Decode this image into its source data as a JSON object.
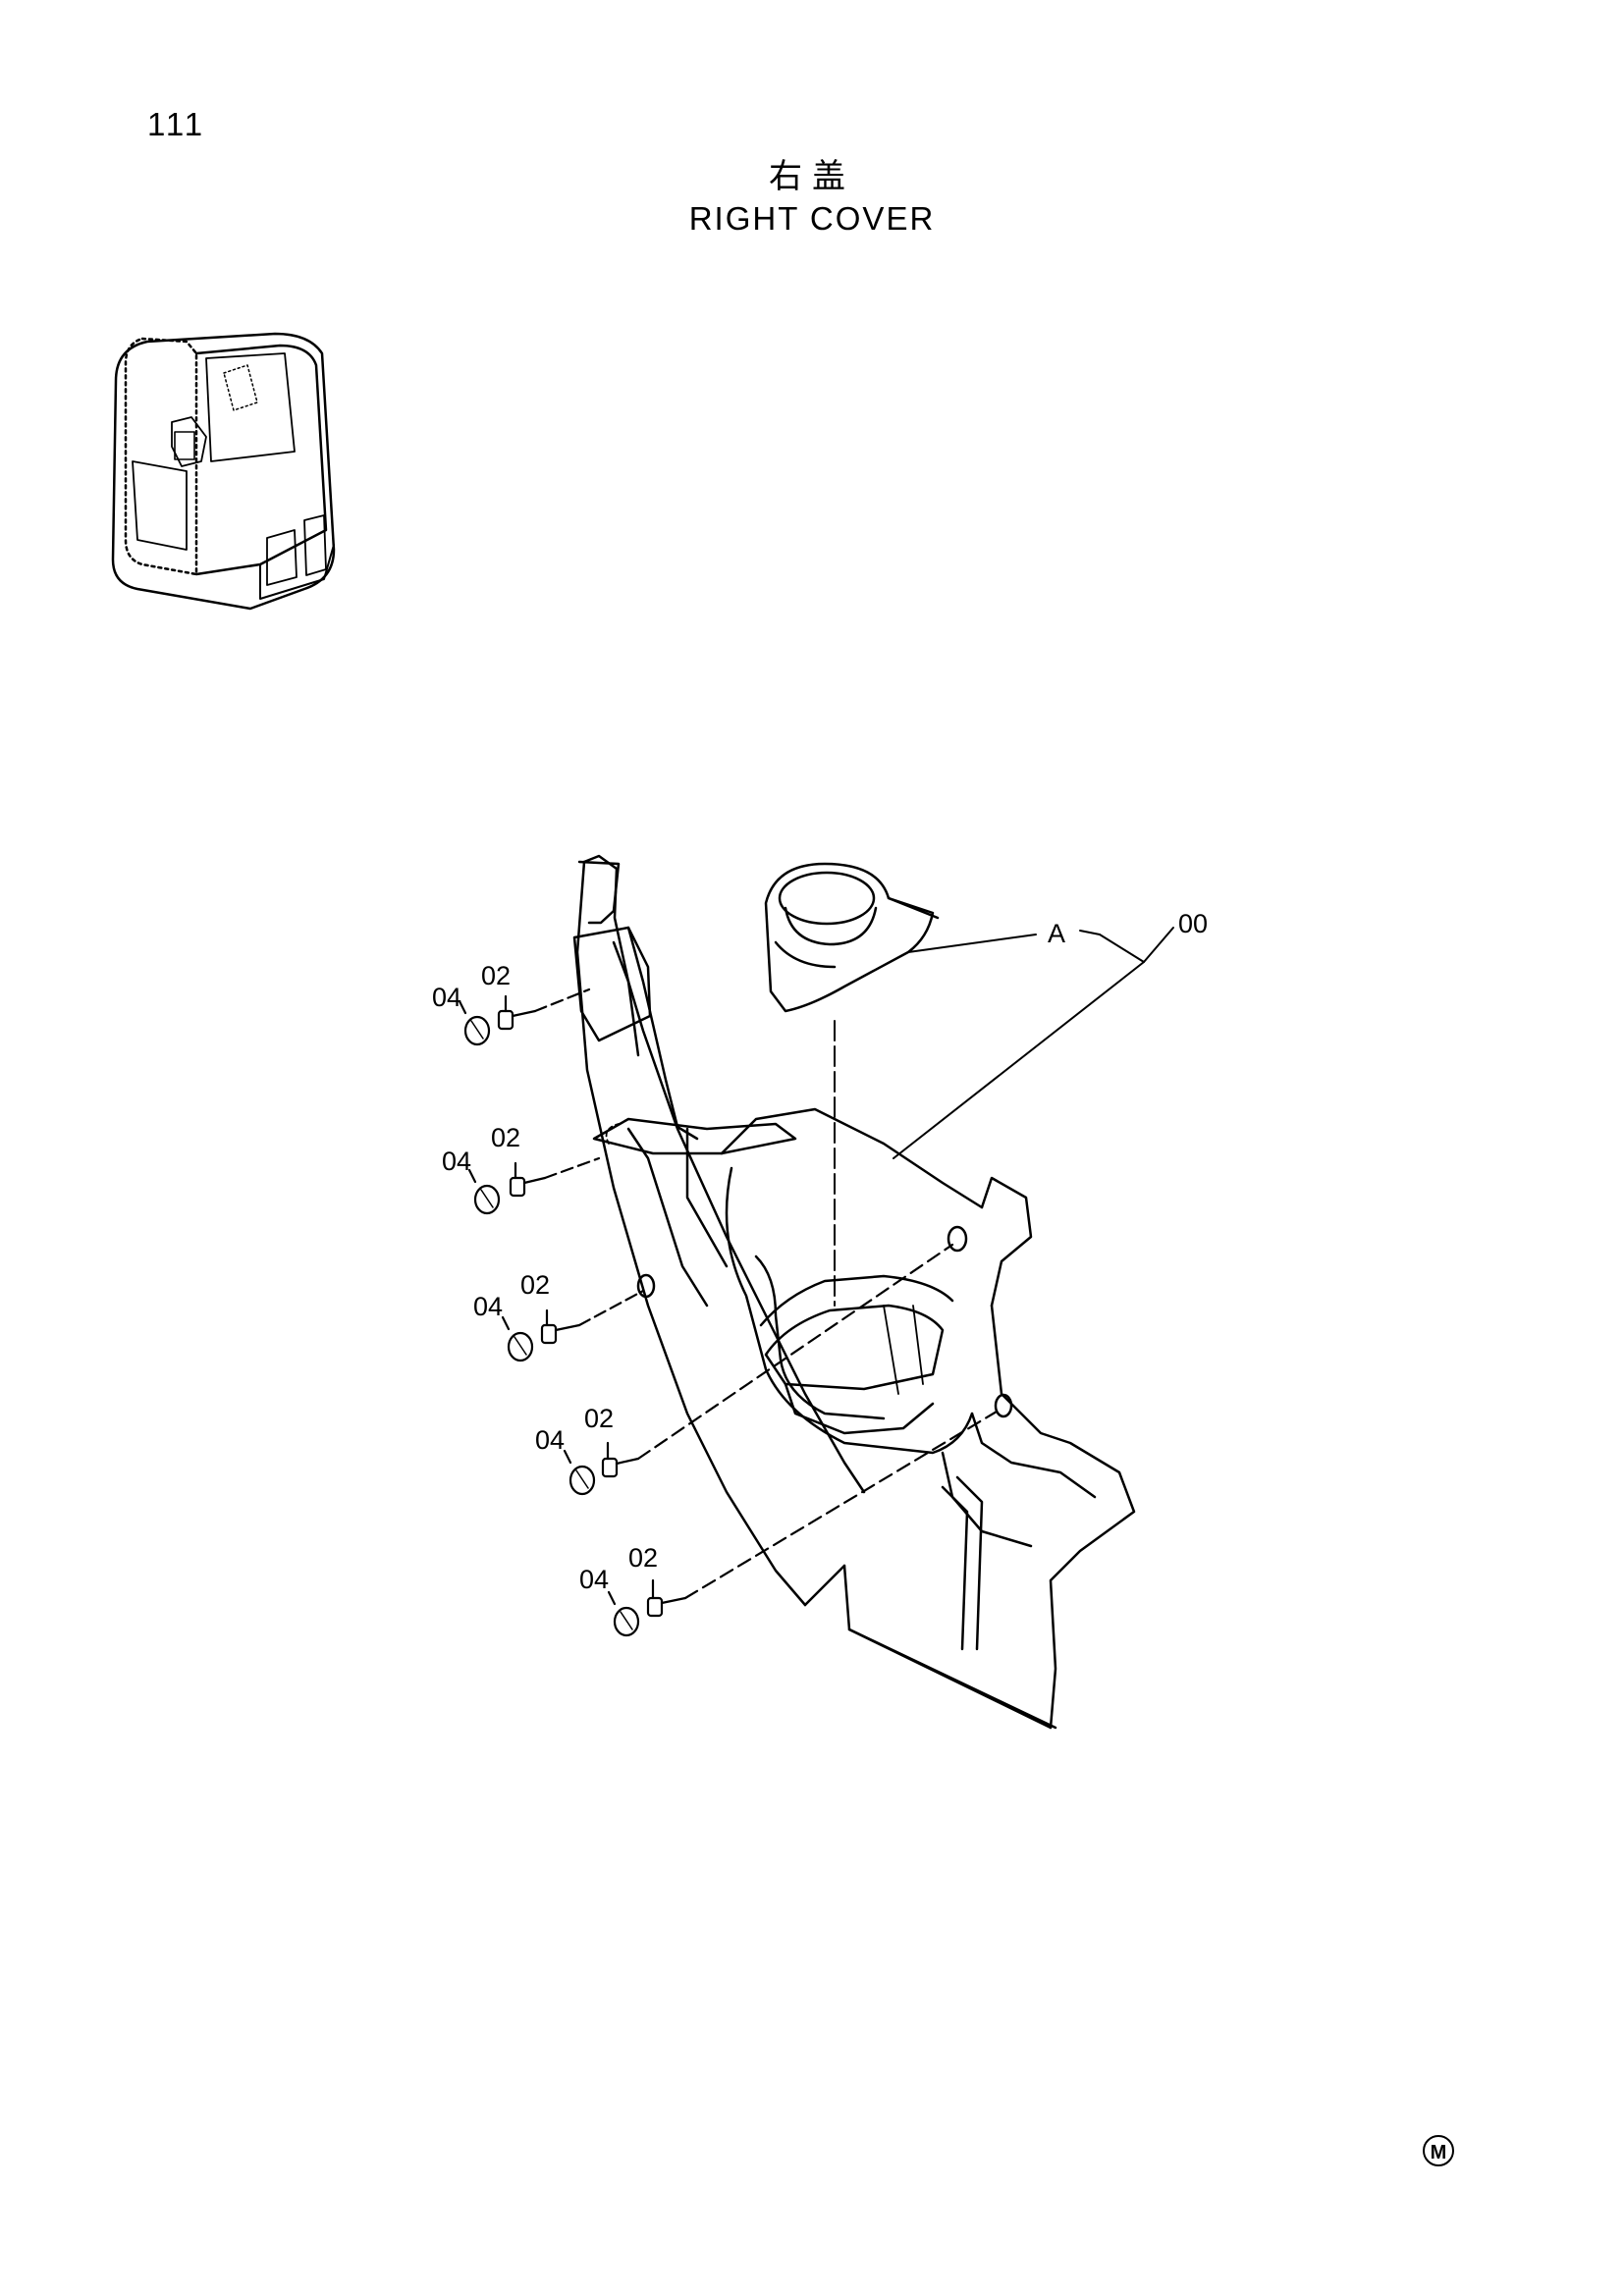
{
  "header": {
    "page_number": "111",
    "title_cn": "右盖",
    "title_en": "RIGHT COVER"
  },
  "callouts": {
    "assembly": "00",
    "detail_ref": "A",
    "bolt": "02",
    "cap": "04"
  },
  "footer": {
    "mark": "M"
  }
}
